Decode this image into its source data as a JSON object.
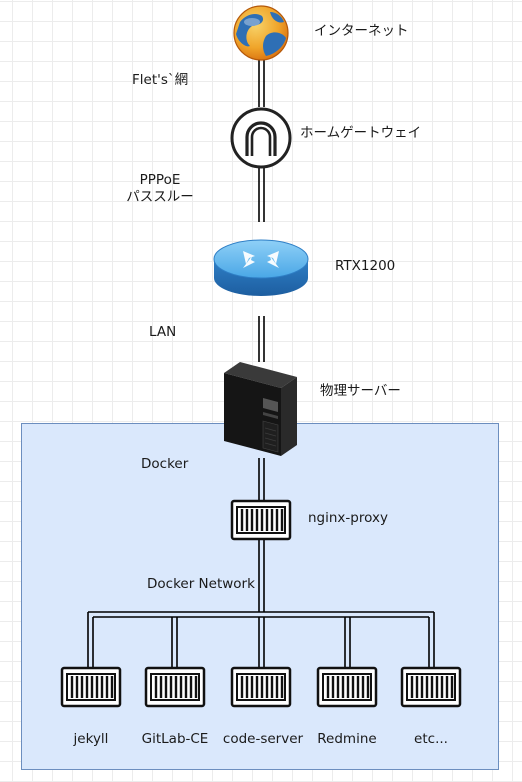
{
  "nodes": {
    "internet": {
      "label": "インターネット",
      "icon": "globe-icon"
    },
    "home_gateway": {
      "label": "ホームゲートウェイ",
      "icon": "gateway-icon"
    },
    "router": {
      "label": "RTX1200",
      "icon": "router-icon"
    },
    "server": {
      "label": "物理サーバー",
      "icon": "server-tower-icon"
    },
    "nginx_proxy": {
      "label": "nginx-proxy",
      "icon": "container-icon"
    }
  },
  "links": {
    "internet_gateway": "Flet's`網",
    "gateway_router_line1": "PPPoE",
    "gateway_router_line2": "パススルー",
    "router_server": "LAN"
  },
  "docker": {
    "label": "Docker",
    "network_label": "Docker Network",
    "containers": [
      {
        "label": "jekyll",
        "icon": "container-icon"
      },
      {
        "label": "GitLab-CE",
        "icon": "container-icon"
      },
      {
        "label": "code-server",
        "icon": "container-icon"
      },
      {
        "label": "Redmine",
        "icon": "container-icon"
      },
      {
        "label": "etc...",
        "icon": "container-icon"
      }
    ]
  },
  "colors": {
    "docker_fill": "#dae8fc",
    "docker_border": "#6c8ebf",
    "router_blue": "#3a8fd6",
    "line": "#000000"
  }
}
